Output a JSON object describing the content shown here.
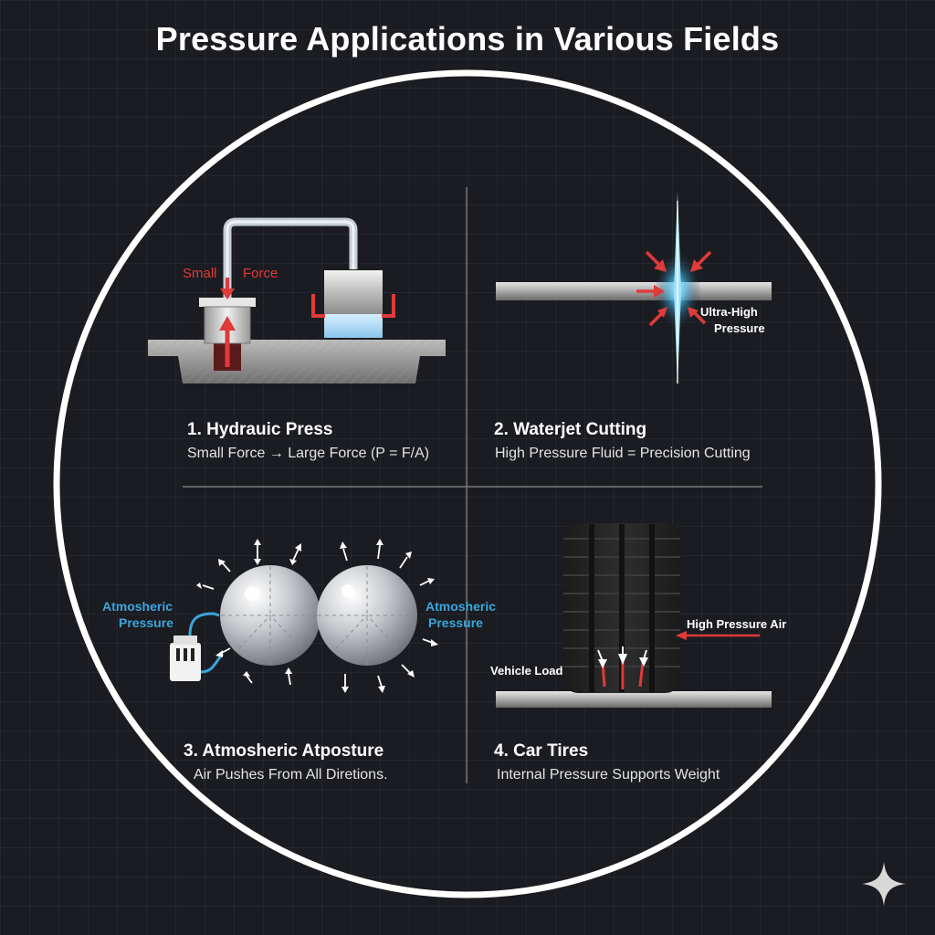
{
  "title": "Pressure Applications in Various Fields",
  "panels": [
    {
      "heading": "1. Hydrauic Press",
      "subtitle": "Small Force → Large Force (P = F/A)",
      "labels": {
        "small": "Small",
        "force": "Force"
      }
    },
    {
      "heading": "2. Waterjet Cutting",
      "subtitle": "High Pressure Fluid = Precision Cutting",
      "labels": {
        "line1": "Ultra-High",
        "line2": "Pressure"
      }
    },
    {
      "heading": "3. Atmosheric Atposture",
      "subtitle": "Air Pushes From All Diretions.",
      "labels": {
        "left_line1": "Atmosheric",
        "left_line2": "Pressure",
        "right_line1": "Atmosheric",
        "right_line2": "Pressure"
      }
    },
    {
      "heading": "4. Car Tires",
      "subtitle": "Internal Pressure Supports Weight",
      "labels": {
        "air": "High Pressure Air",
        "load": "Vehicle Load"
      }
    }
  ],
  "colors": {
    "background": "#1a1c21",
    "circle": "#ffffff",
    "force_red": "#e03a3a",
    "pressure_blue": "#3aa6dc"
  },
  "icons": [
    "sparkle-icon"
  ]
}
